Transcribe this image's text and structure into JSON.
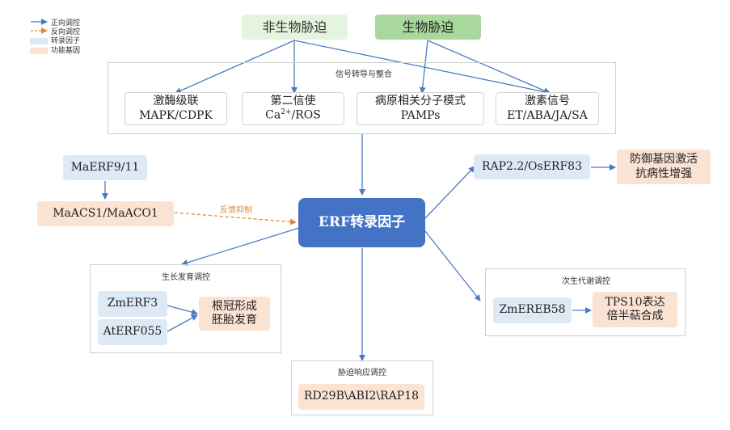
{
  "legend": {
    "positive": "正向调控",
    "negative": "反向调控",
    "tf": "转录因子",
    "functional_gene": "功能基因"
  },
  "stress": {
    "abiotic": "非生物胁迫",
    "biotic": "生物胁迫"
  },
  "signal": {
    "title": "信号转导与整合",
    "items": [
      {
        "line1": "激酶级联",
        "line2": "MAPK/CDPK"
      },
      {
        "line1": "第二信使",
        "line2_main": "Ca",
        "line2_sup": "2+",
        "line2_rest": "/ROS"
      },
      {
        "line1": "病原相关分子模式",
        "line2": "PAMPs"
      },
      {
        "line1": "激素信号",
        "line2": "ET/ABA/JA/SA"
      }
    ]
  },
  "center": "ERF转录因子",
  "feedback": {
    "gene1": "MaERF9/11",
    "gene2": "MaACS1/MaACO1",
    "label": "反馈抑制"
  },
  "defense": {
    "tf": "RAP2.2/OsERF83",
    "outcome_line1": "防御基因激活",
    "outcome_line2": "抗病性增强"
  },
  "growth": {
    "title": "生长发育调控",
    "tf1": "ZmERF3",
    "tf2": "AtERF055",
    "outcome_line1": "根冠形成",
    "outcome_line2": "胚胎发育"
  },
  "secondary": {
    "title": "次生代谢调控",
    "tf": "ZmEREB58",
    "outcome_line1": "TPS10表达",
    "outcome_line2": "倍半萜合成"
  },
  "stress_response": {
    "title": "胁迫响应调控",
    "genes": "RD29B\\ABI2\\RAP18"
  },
  "colors": {
    "arrow_blue": "#4a7cc4",
    "arrow_orange": "#e08a3c",
    "tf_blue": "#ddeaf6",
    "gene_orange": "#fbe3d4",
    "center_blue": "#4472c4"
  }
}
